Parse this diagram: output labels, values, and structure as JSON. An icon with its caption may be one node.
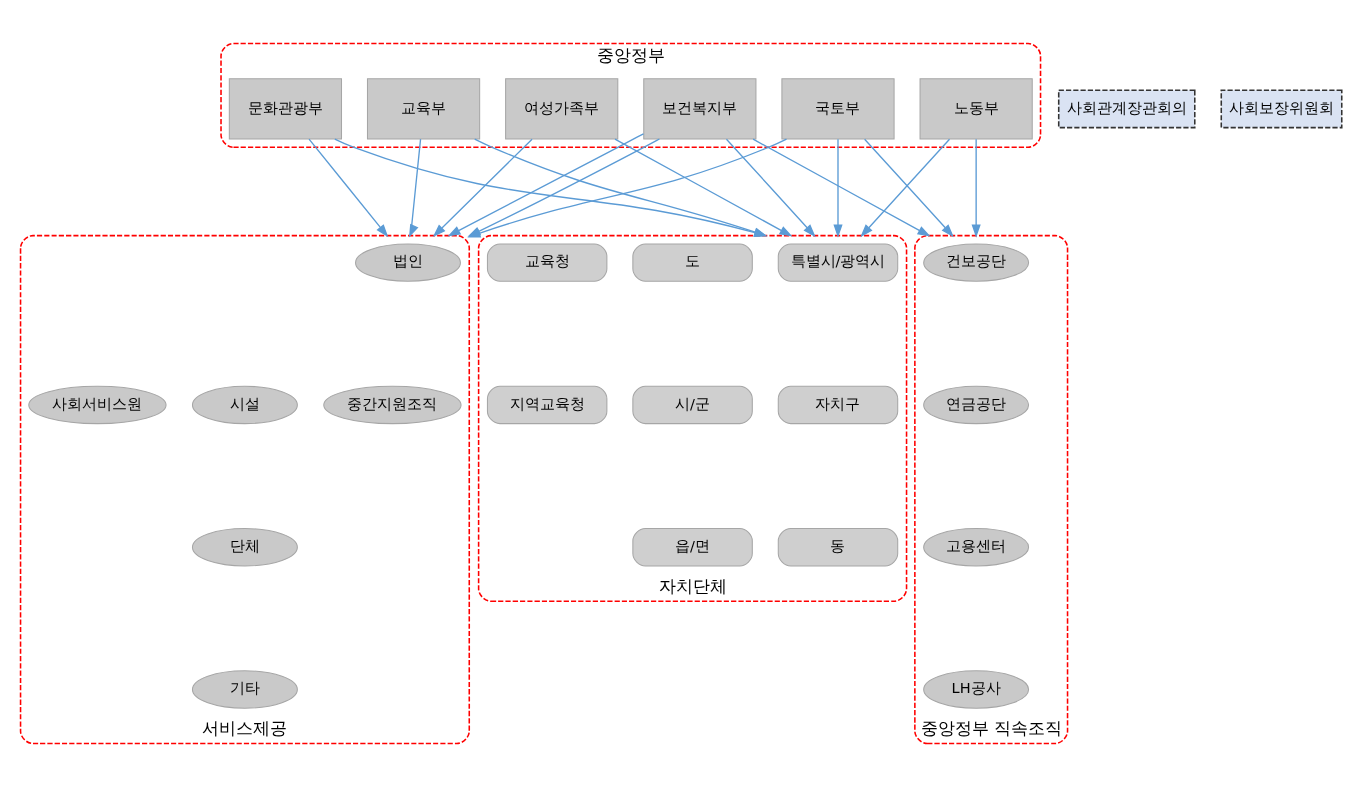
{
  "diagram": {
    "nodes": [
      {
        "text": [
          "중앙정부"
        ]
      },
      {
        "text": [
          "보건복지부"
        ],
        "in": 0
      },
      {
        "text": [
          "여성가족부"
        ],
        "in": 0
      },
      {
        "text": [
          "교육부"
        ],
        "in": 0
      },
      {
        "text": [
          "국토부"
        ],
        "in": 0
      },
      {
        "text": [
          "문화관광부"
        ],
        "in": 0
      },
      {
        "text": [
          "노동부"
        ],
        "in": 0
      },
      {
        "text": [
          "사회관계장관회의"
        ]
      },
      {
        "text": [
          "사회보장위원회"
        ]
      },
      {
        "text": [
          "서비스제공"
        ]
      },
      {
        "text": [
          "법인"
        ],
        "in": 9
      },
      {
        "text": [
          "시설"
        ],
        "in": 9
      },
      {
        "text": [
          "단체"
        ],
        "in": 9
      },
      {
        "text": [
          "기타"
        ],
        "in": 9
      },
      {
        "text": [
          "중간지원조직"
        ],
        "in": 9
      },
      {
        "text": [
          "사회서비스원"
        ],
        "in": 9
      },
      {
        "text": [
          "자치단체"
        ]
      },
      {
        "text": [
          "특별시/광역시"
        ],
        "in": 16
      },
      {
        "text": [
          "도"
        ],
        "in": 16
      },
      {
        "text": [
          "교육청"
        ],
        "in": 16
      },
      {
        "text": [
          "자치구"
        ],
        "in": 16
      },
      {
        "text": [
          "시/군"
        ],
        "in": 16
      },
      {
        "text": [
          "지역교육청"
        ],
        "in": 16
      },
      {
        "text": [
          "동"
        ],
        "in": 16
      },
      {
        "text": [
          "읍/면"
        ],
        "in": 16
      },
      {
        "text": [
          "중앙정부 직속조직"
        ]
      },
      {
        "text": [
          "건보공단"
        ],
        "in": 25
      },
      {
        "text": [
          "연금공단"
        ],
        "in": 25
      },
      {
        "text": [
          "고용센터"
        ],
        "in": 25
      },
      {
        "text": [
          "LH공사"
        ],
        "in": 25
      }
    ],
    "edges": [
      {
        "from": 1,
        "to": 9,
        "arrow": "to"
      },
      {
        "from": 1,
        "to": 9,
        "arrow": "to"
      },
      {
        "from": 1,
        "to": 16,
        "arrow": "to"
      },
      {
        "from": 1,
        "to": 25,
        "arrow": "to"
      },
      {
        "from": 2,
        "to": 9,
        "arrow": "to"
      },
      {
        "from": 2,
        "to": 16,
        "arrow": "to"
      },
      {
        "from": 3,
        "to": 9,
        "arrow": "to"
      },
      {
        "from": 3,
        "to": 16,
        "arrow": "to"
      },
      {
        "from": 4,
        "to": 9,
        "arrow": "to"
      },
      {
        "from": 4,
        "to": 16,
        "arrow": "to"
      },
      {
        "from": 4,
        "to": 25,
        "arrow": "to"
      },
      {
        "from": 5,
        "to": 9,
        "arrow": "to"
      },
      {
        "from": 5,
        "to": 16,
        "arrow": "to"
      },
      {
        "from": 6,
        "to": 16,
        "arrow": "to"
      },
      {
        "from": 6,
        "to": 25,
        "arrow": "to"
      }
    ]
  }
}
